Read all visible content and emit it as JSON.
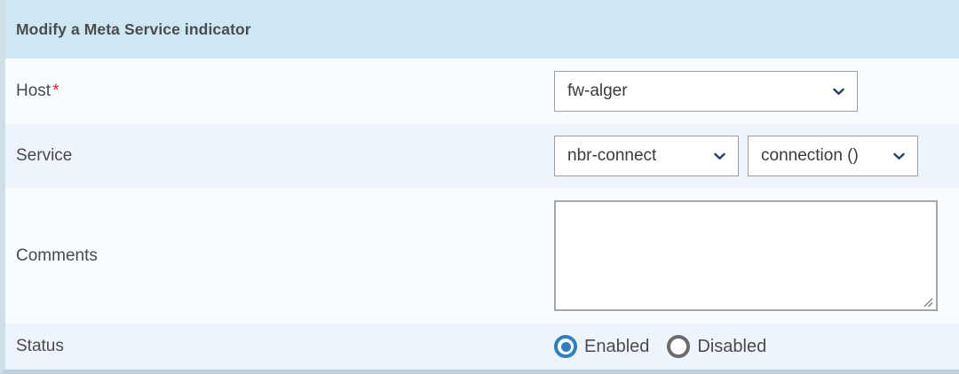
{
  "panel": {
    "header_title": "Modify a Meta Service indicator"
  },
  "form": {
    "host": {
      "label": "Host",
      "required_marker": "*",
      "select_value": "fw-alger",
      "chevron_icon": "chevron-down-icon"
    },
    "service": {
      "label": "Service",
      "service_select_value": "nbr-connect",
      "item_select_value": "connection ()",
      "chevron_icon": "chevron-down-icon"
    },
    "comments": {
      "label": "Comments",
      "value": "",
      "placeholder": "",
      "resize_grip_icon": "resize-handle-icon"
    },
    "status": {
      "label": "Status",
      "options": [
        {
          "label": "Enabled",
          "selected": true
        },
        {
          "label": "Disabled",
          "selected": false
        }
      ]
    }
  },
  "colors": {
    "header_background": "#cde8f4",
    "header_text": "#4c4c4c",
    "row_alt_background": "#edf4fc",
    "row_base_background": "#f8fcff",
    "required_star": "#ea1d2c",
    "chevron": "#2c3e6b",
    "radio_selected": "#2f7fbf",
    "radio_unselected": "#6b6b6b",
    "field_border": "#9e9e9e",
    "panel_left_border": "#cfdfe8",
    "panel_bottom_border": "#bfd0dd"
  }
}
